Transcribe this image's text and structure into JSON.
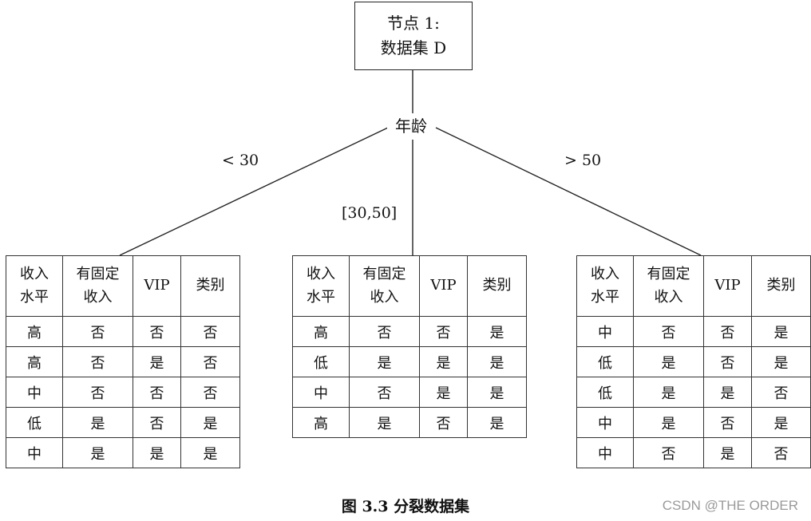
{
  "root": {
    "line1": "节点 1:",
    "line2": "数据集 D"
  },
  "split_attribute": "年龄",
  "branches": [
    {
      "label": "< 30",
      "header": [
        "收入\n水平",
        "有固定\n收入",
        "VIP",
        "类别"
      ],
      "rows": [
        [
          "高",
          "否",
          "否",
          "否"
        ],
        [
          "高",
          "否",
          "是",
          "否"
        ],
        [
          "中",
          "否",
          "否",
          "否"
        ],
        [
          "低",
          "是",
          "否",
          "是"
        ],
        [
          "中",
          "是",
          "是",
          "是"
        ]
      ]
    },
    {
      "label": "[30,50]",
      "header": [
        "收入\n水平",
        "有固定\n收入",
        "VIP",
        "类别"
      ],
      "rows": [
        [
          "高",
          "否",
          "否",
          "是"
        ],
        [
          "低",
          "是",
          "是",
          "是"
        ],
        [
          "中",
          "否",
          "是",
          "是"
        ],
        [
          "高",
          "是",
          "否",
          "是"
        ]
      ]
    },
    {
      "label": "> 50",
      "header": [
        "收入\n水平",
        "有固定\n收入",
        "VIP",
        "类别"
      ],
      "rows": [
        [
          "中",
          "否",
          "否",
          "是"
        ],
        [
          "低",
          "是",
          "否",
          "是"
        ],
        [
          "低",
          "是",
          "是",
          "否"
        ],
        [
          "中",
          "是",
          "否",
          "是"
        ],
        [
          "中",
          "否",
          "是",
          "否"
        ]
      ]
    }
  ],
  "caption": "图 3.3 分裂数据集",
  "watermark": "CSDN @THE ORDER"
}
